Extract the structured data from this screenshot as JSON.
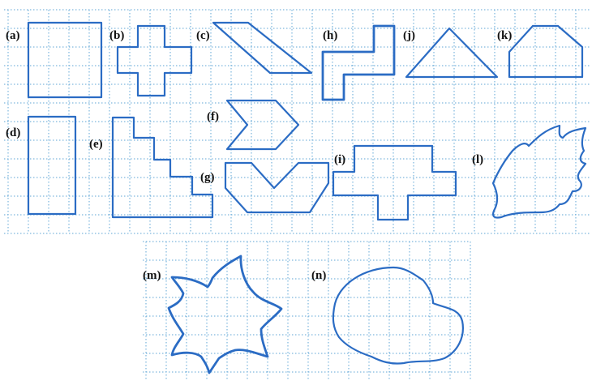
{
  "figure": {
    "labels": {
      "a": "(a)",
      "b": "(b)",
      "c": "(c)",
      "d": "(d)",
      "e": "(e)",
      "f": "(f)",
      "g": "(g)",
      "h": "(h)",
      "i": "(i)",
      "j": "(j)",
      "k": "(k)",
      "l": "(l)",
      "m": "(m)",
      "n": "(n)"
    },
    "colors": {
      "outline": "#2b6cc4",
      "grid": "#5fa6d6"
    }
  }
}
